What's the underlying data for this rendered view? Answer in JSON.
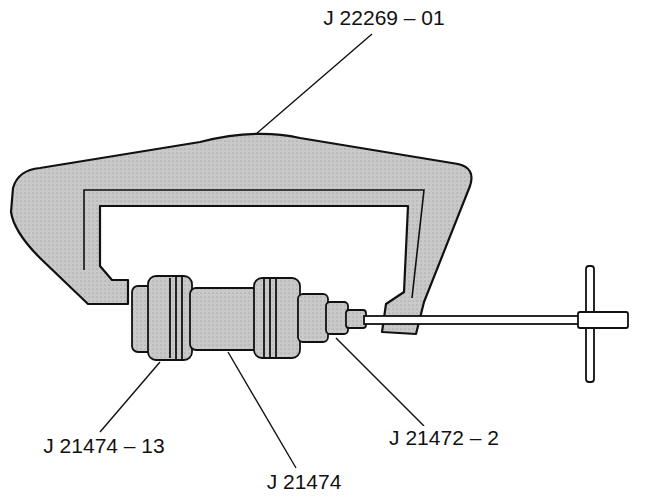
{
  "diagram": {
    "labels": [
      "J 22269 – 01",
      "J 21474 – 13",
      "J 21474",
      "J 21472 – 2"
    ]
  }
}
